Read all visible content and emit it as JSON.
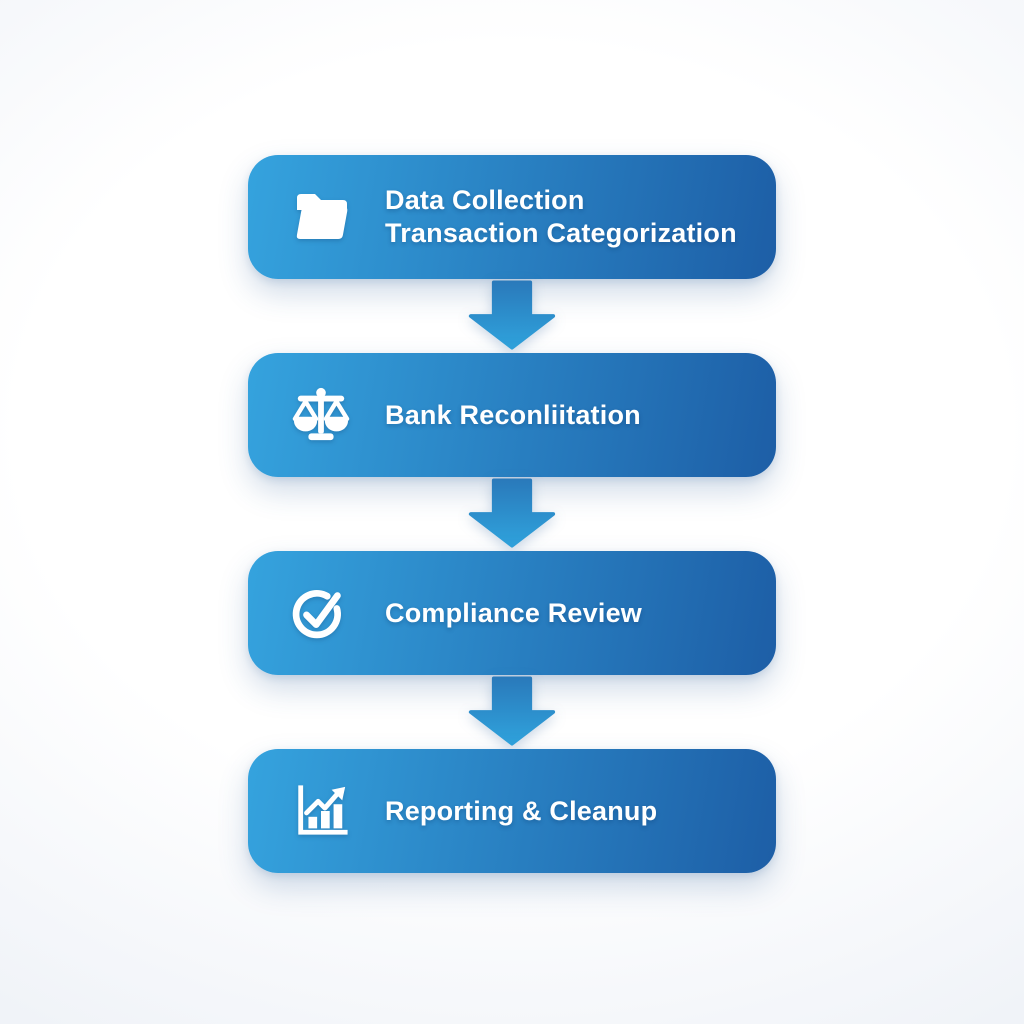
{
  "diagram": {
    "type": "vertical-flowchart",
    "colors": {
      "box_gradient_start": "#35a3de",
      "box_gradient_end": "#1d5ea6",
      "arrow_gradient_top": "#2a7abb",
      "arrow_gradient_bottom": "#2fa2dc",
      "text_color": "#ffffff",
      "background_center": "#ffffff",
      "background_edge": "#f0f3f8"
    },
    "steps": [
      {
        "icon": "folder-open-icon",
        "lines": [
          "Data Collection",
          "Transaction Categorization"
        ]
      },
      {
        "icon": "balance-scale-icon",
        "lines": [
          "Bank Reconliitation"
        ]
      },
      {
        "icon": "check-circle-icon",
        "lines": [
          "Compliance Review"
        ]
      },
      {
        "icon": "bar-chart-icon",
        "lines": [
          "Reporting & Cleanup"
        ]
      }
    ],
    "connectors": [
      {
        "from": 1,
        "to": 2,
        "shape": "down-arrow"
      },
      {
        "from": 2,
        "to": 3,
        "shape": "down-arrow"
      },
      {
        "from": 3,
        "to": 4,
        "shape": "down-arrow"
      }
    ]
  }
}
